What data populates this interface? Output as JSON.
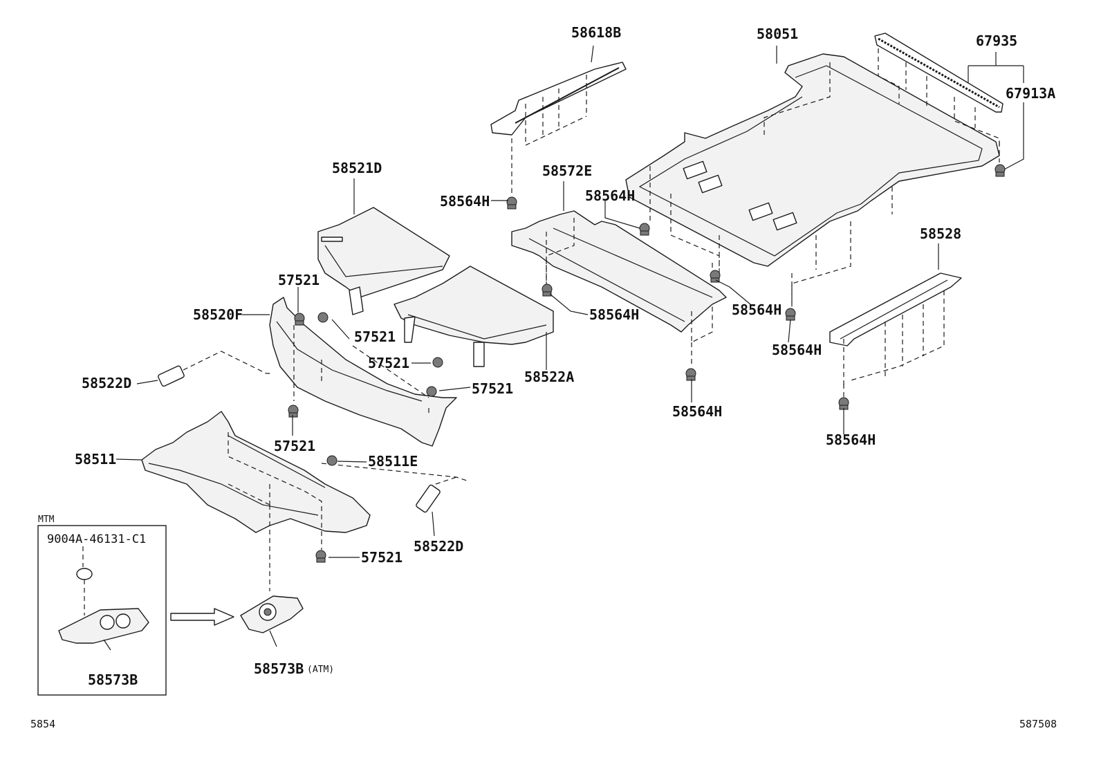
{
  "labels": {
    "p58618B": "58618B",
    "p58051": "58051",
    "p67935": "67935",
    "p67913A": "67913A",
    "p58521D": "58521D",
    "p58572E": "58572E",
    "p58564H_a": "58564H",
    "p58564H_b": "58564H",
    "p58564H_c": "58564H",
    "p58564H_d": "58564H",
    "p58564H_e": "58564H",
    "p58564H_f": "58564H",
    "p58564H_g": "58564H",
    "p58528": "58528",
    "p57521_a": "57521",
    "p57521_b": "57521",
    "p57521_c": "57521",
    "p57521_d": "57521",
    "p57521_e": "57521",
    "p57521_f": "57521",
    "p58520F": "58520F",
    "p58522A": "58522A",
    "p58522D_a": "58522D",
    "p58522D_b": "58522D",
    "p58511": "58511",
    "p58511E": "58511E",
    "p9004A": "9004A-46131-C1",
    "p58573B_a": "58573B",
    "p58573B_b": "58573B",
    "atm_note": "(ATM)",
    "mtm_box": "MTM"
  },
  "footer": {
    "left_code": "5854",
    "right_code": "587508"
  }
}
